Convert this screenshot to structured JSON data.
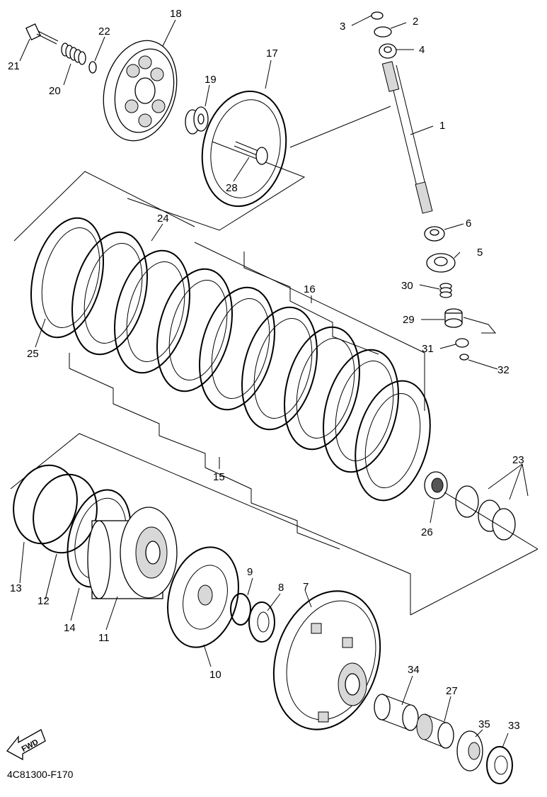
{
  "diagram_code": "4C81300-F170",
  "fwd_label": "FWD",
  "callouts": [
    {
      "key": "1",
      "text": "1"
    },
    {
      "key": "2",
      "text": "2"
    },
    {
      "key": "3",
      "text": "3"
    },
    {
      "key": "4",
      "text": "4"
    },
    {
      "key": "5",
      "text": "5"
    },
    {
      "key": "6",
      "text": "6"
    },
    {
      "key": "7",
      "text": "7"
    },
    {
      "key": "8",
      "text": "8"
    },
    {
      "key": "9",
      "text": "9"
    },
    {
      "key": "10",
      "text": "10"
    },
    {
      "key": "11",
      "text": "11"
    },
    {
      "key": "12",
      "text": "12"
    },
    {
      "key": "13",
      "text": "13"
    },
    {
      "key": "14",
      "text": "14"
    },
    {
      "key": "15",
      "text": "15"
    },
    {
      "key": "16",
      "text": "16"
    },
    {
      "key": "17",
      "text": "17"
    },
    {
      "key": "18",
      "text": "18"
    },
    {
      "key": "19",
      "text": "19"
    },
    {
      "key": "20",
      "text": "20"
    },
    {
      "key": "21",
      "text": "21"
    },
    {
      "key": "22",
      "text": "22"
    },
    {
      "key": "23",
      "text": "23"
    },
    {
      "key": "24",
      "text": "24"
    },
    {
      "key": "25",
      "text": "25"
    },
    {
      "key": "26",
      "text": "26"
    },
    {
      "key": "27",
      "text": "27"
    },
    {
      "key": "28",
      "text": "28"
    },
    {
      "key": "29",
      "text": "29"
    },
    {
      "key": "30",
      "text": "30"
    },
    {
      "key": "31",
      "text": "31"
    },
    {
      "key": "32",
      "text": "32"
    },
    {
      "key": "33",
      "text": "33"
    },
    {
      "key": "34",
      "text": "34"
    },
    {
      "key": "35",
      "text": "35"
    }
  ]
}
